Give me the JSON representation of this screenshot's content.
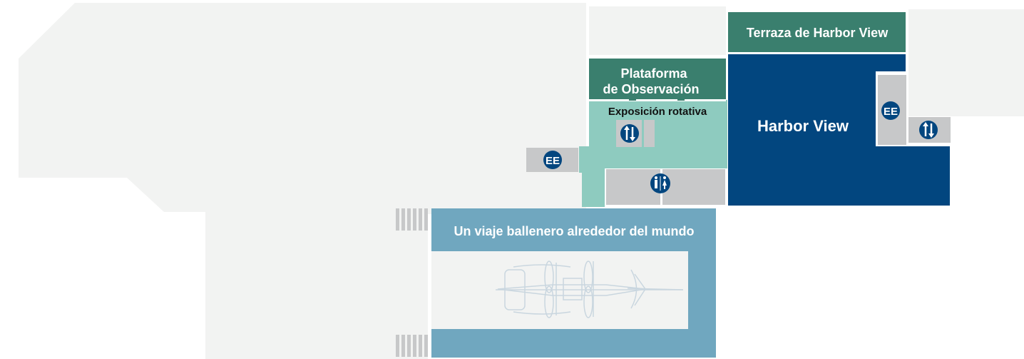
{
  "colors": {
    "background": "#ffffff",
    "floor": "#f2f3f2",
    "dark_green": "#3a7f6e",
    "light_green": "#8ecbbf",
    "navy": "#02467f",
    "gray_room": "#c7c8c9",
    "whaling_blue": "#70a7bf",
    "icon_navy": "#02467f"
  },
  "labels": {
    "terrace": "Terraza de Harbor View",
    "platform_line1": "Plataforma",
    "platform_line2": "de Observación",
    "rotating": "Exposición rotativa",
    "harbor_view": "Harbor View",
    "whaling": "Un viaje ballenero alrededor del mundo"
  },
  "icons": {
    "elevator_left_text": "EE",
    "elevator_right_text": "EE",
    "stairs_left": "up-down-arrows-icon",
    "stairs_right": "up-down-arrows-icon",
    "restroom": "restroom-icon",
    "ship": "whaling-ship-model-icon",
    "stair_steps": "stair-steps-icon"
  }
}
